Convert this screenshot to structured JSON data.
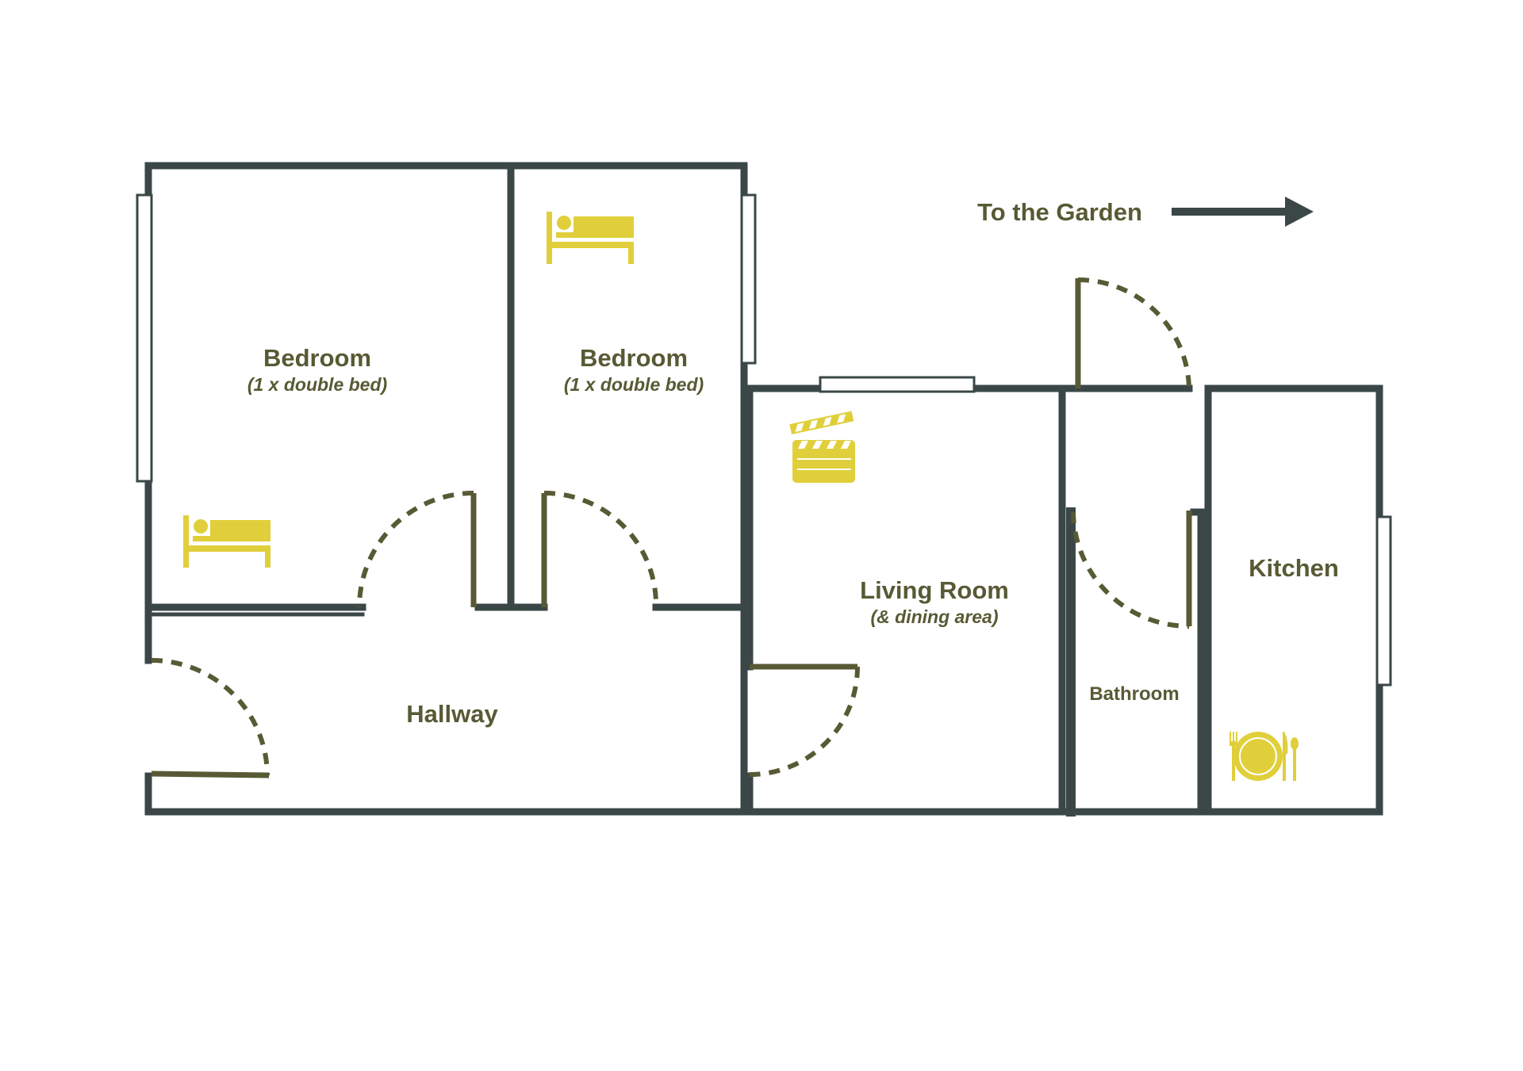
{
  "title": "Floor plan",
  "rooms": {
    "bedroom1": {
      "name": "Bedroom",
      "note": "(1 x double bed)"
    },
    "bedroom2": {
      "name": "Bedroom",
      "note": "(1 x double bed)"
    },
    "hallway": {
      "name": "Hallway"
    },
    "living": {
      "name": "Living Room",
      "note": "(& dining area)"
    },
    "bathroom": {
      "name": "Bathroom"
    },
    "kitchen": {
      "name": "Kitchen"
    }
  },
  "garden": {
    "label": "To the Garden",
    "icon": "arrow-right-icon"
  },
  "icons": [
    "bed-icon",
    "clapperboard-icon",
    "plate-cutlery-icon"
  ],
  "colors": {
    "wall": "#3b4747",
    "text": "#575a34",
    "accent": "#e0cf3a"
  }
}
